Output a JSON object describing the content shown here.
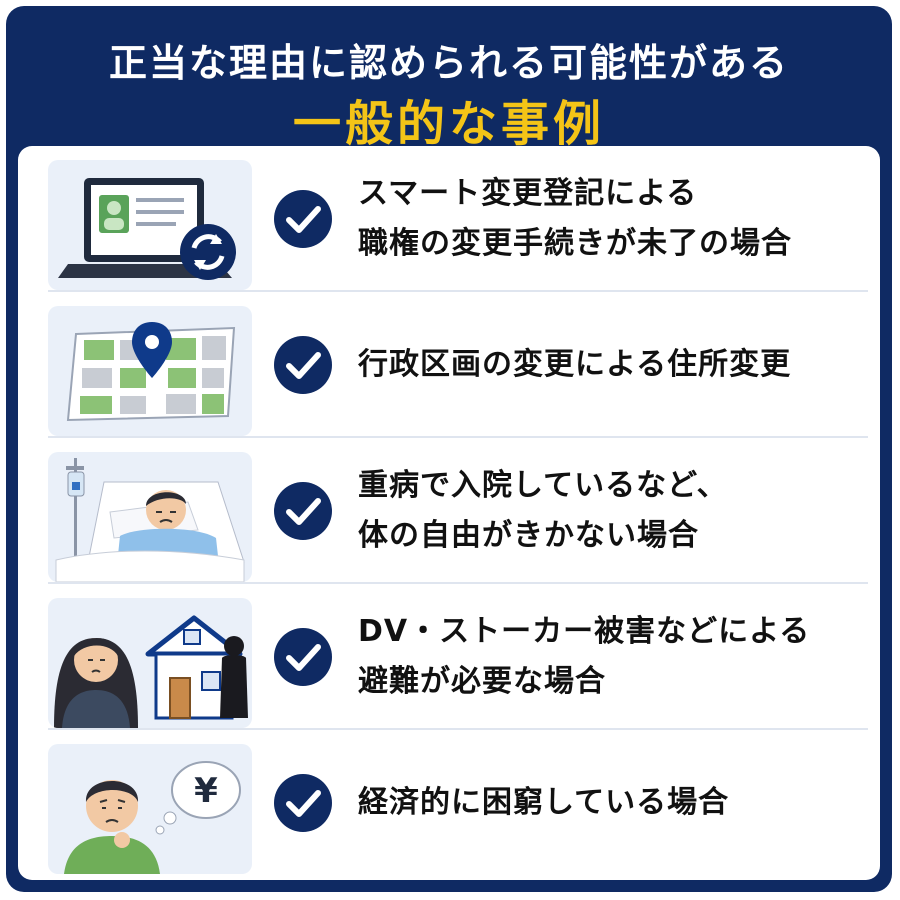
{
  "header": {
    "title_line1": "正当な理由に認められる可能性がある",
    "title_line2": "一般的な事例"
  },
  "colors": {
    "navy": "#0f2a63",
    "accent_yellow": "#f4c417",
    "thumb_bg": "#eaf0f9"
  },
  "items": [
    {
      "line1": "スマート変更登記による",
      "line2": "職権の変更手続きが未了の場合",
      "illustration": "laptop-sync-icon"
    },
    {
      "line1": "行政区画の変更による住所変更",
      "line2": "",
      "illustration": "map-pin-icon"
    },
    {
      "line1": "重病で入院しているなど、",
      "line2": "体の自由がきかない場合",
      "illustration": "hospital-patient-illustration"
    },
    {
      "line1": "DV・ストーカー被害などによる",
      "line2": "避難が必要な場合",
      "illustration": "woman-house-shadow-illustration"
    },
    {
      "line1": "経済的に困窮している場合",
      "line2": "",
      "illustration": "worried-man-yen-illustration"
    }
  ]
}
